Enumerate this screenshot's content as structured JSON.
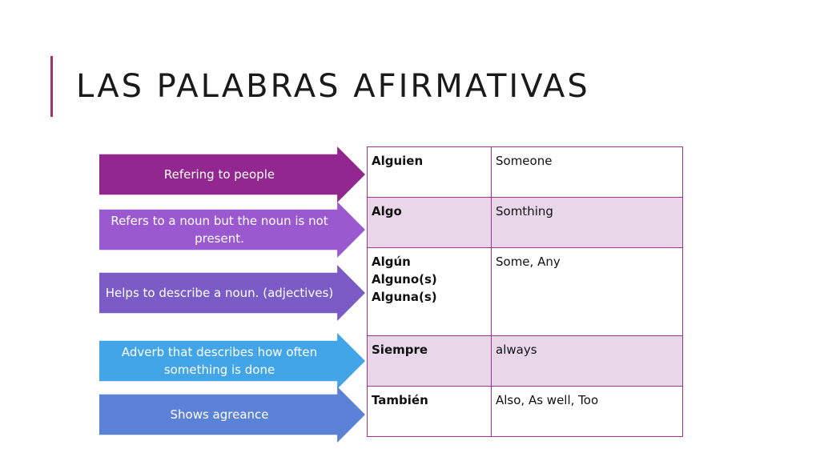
{
  "slide": {
    "title": "LAS PALABRAS AFIRMATIVAS",
    "accent_color": "#a0336c"
  },
  "arrows": [
    {
      "label": "Refering to people",
      "color": "#92278f"
    },
    {
      "label": "Refers to a noun but the noun is not present.",
      "color": "#9b59d0"
    },
    {
      "label": "Helps to describe a noun. (adjectives)",
      "color": "#7b5cc7"
    },
    {
      "label": "Adverb that describes how often something is done",
      "color": "#42a5e8"
    },
    {
      "label": "Shows agreance",
      "color": "#5b82d6"
    }
  ],
  "table": {
    "border_color": "#a0338a",
    "band_color": "#e8d7e9",
    "rows": [
      {
        "spanish": [
          "Alguien"
        ],
        "english": "Someone"
      },
      {
        "spanish": [
          "Algo"
        ],
        "english": "Somthing"
      },
      {
        "spanish": [
          "Algún",
          "Alguno(s)",
          "Alguna(s)"
        ],
        "english": "Some, Any"
      },
      {
        "spanish": [
          "Siempre"
        ],
        "english": "always"
      },
      {
        "spanish": [
          "También"
        ],
        "english": "Also, As well, Too"
      }
    ]
  }
}
